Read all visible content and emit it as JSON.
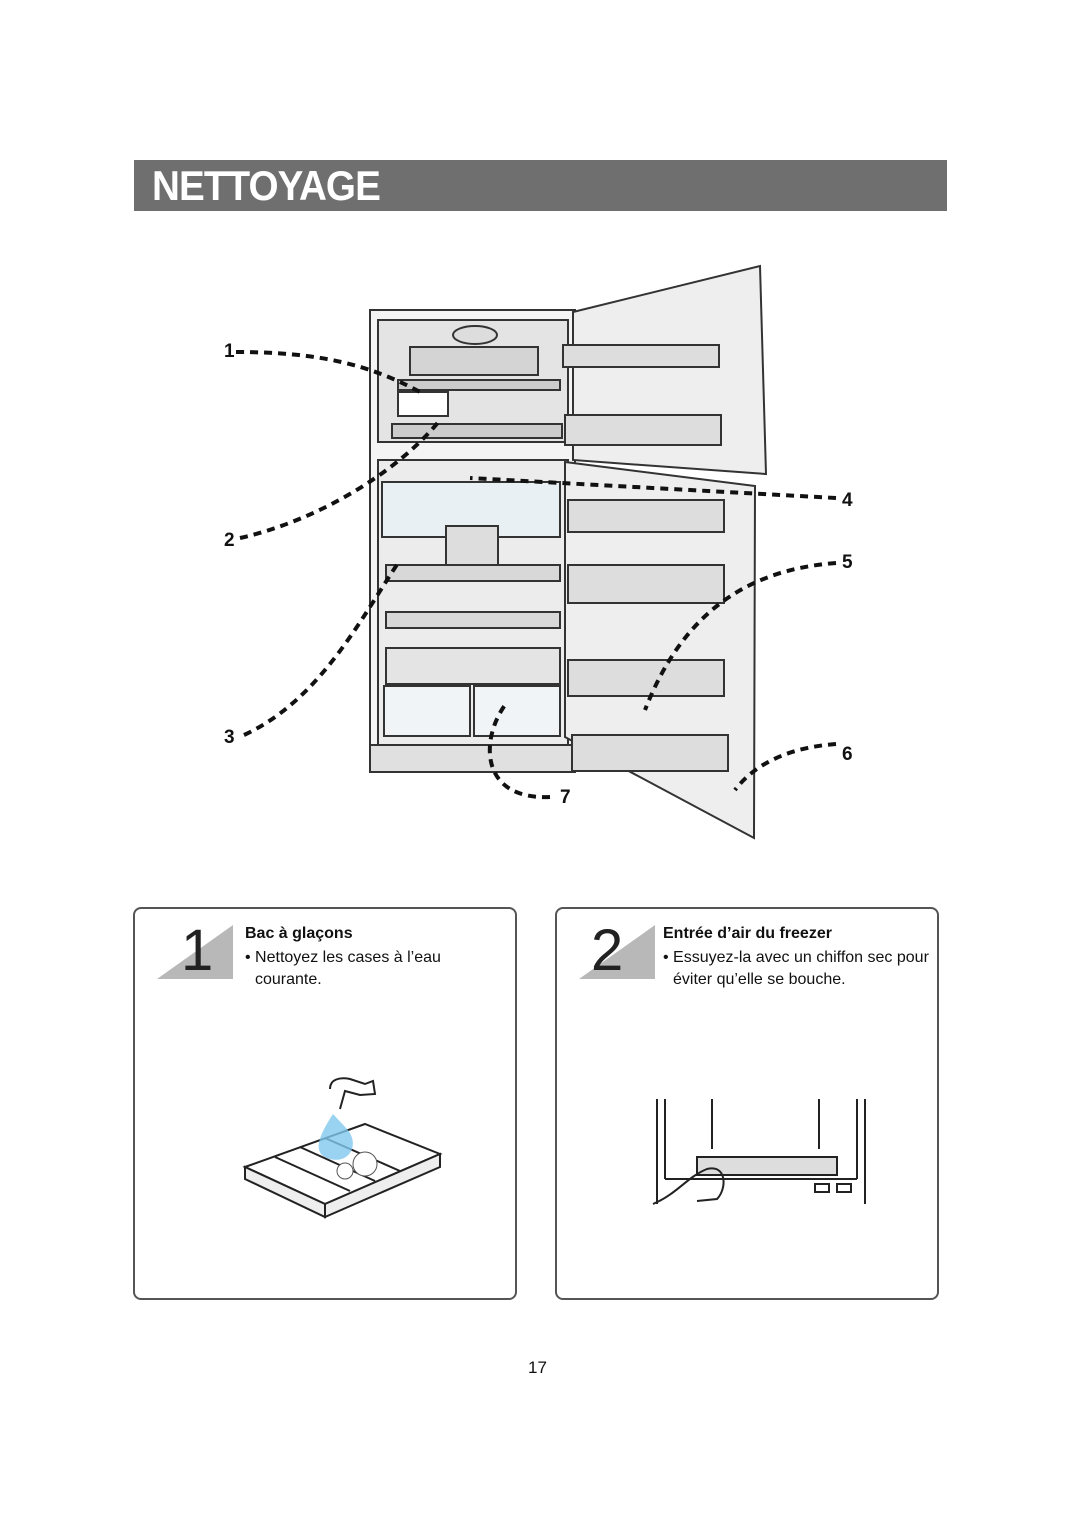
{
  "header": {
    "title": "NETTOYAGE"
  },
  "diagram": {
    "callouts": [
      "1",
      "2",
      "3",
      "4",
      "5",
      "6",
      "7"
    ]
  },
  "cards": [
    {
      "number": "1",
      "heading": "Bac à glaçons",
      "bullet": "• Nettoyez les cases à l’eau",
      "bullet_cont": "courante."
    },
    {
      "number": "2",
      "heading": "Entrée d’air du freezer",
      "bullet": "• Essuyez-la avec un chiffon sec pour",
      "bullet_cont": "éviter qu’elle se bouche."
    }
  ],
  "footer": {
    "page_number": "17"
  }
}
